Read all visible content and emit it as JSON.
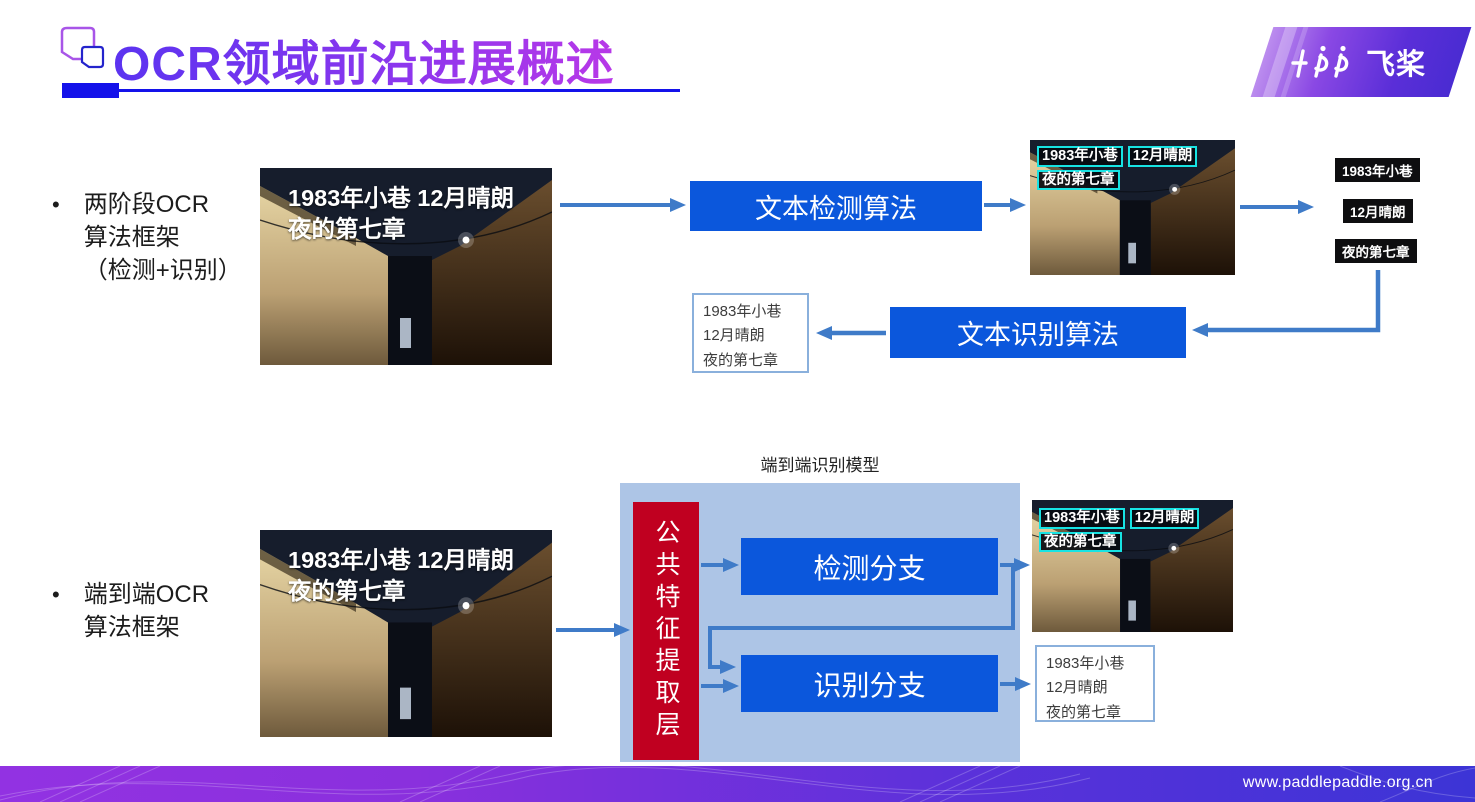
{
  "page": {
    "title": "OCR领域前沿进展概述",
    "logo_text": "飞桨",
    "footer_url": "www.paddlepaddle.org.cn"
  },
  "sample_text": {
    "line1": "1983年小巷",
    "line2": "12月晴朗",
    "line3": "夜的第七章",
    "caption_line1": "1983年小巷 12月晴朗"
  },
  "diagram_two_stage": {
    "bullet": {
      "line1": "两阶段OCR",
      "line2": "算法框架",
      "line3": "（检测+识别）"
    },
    "detect_box": "文本检测算法",
    "recognize_box": "文本识别算法"
  },
  "diagram_e2e": {
    "bullet": {
      "line1": "端到端OCR",
      "line2": "算法框架"
    },
    "model_label": "端到端识别模型",
    "feature_layer": "公共特征提取层",
    "detect_branch": "检测分支",
    "recognize_branch": "识别分支"
  },
  "colors": {
    "primary_blue": "#0b57dc",
    "feature_red": "#c00020",
    "container_blue": "#adc5e6",
    "arrow_blue": "#3f7bc8",
    "cyan_detect_box": "#17e3e3",
    "title_purple": "#8a2fe8",
    "underline_blue": "#1412ea",
    "footer_purple_left": "#9232e2",
    "footer_blue_right": "#3c34d6"
  }
}
